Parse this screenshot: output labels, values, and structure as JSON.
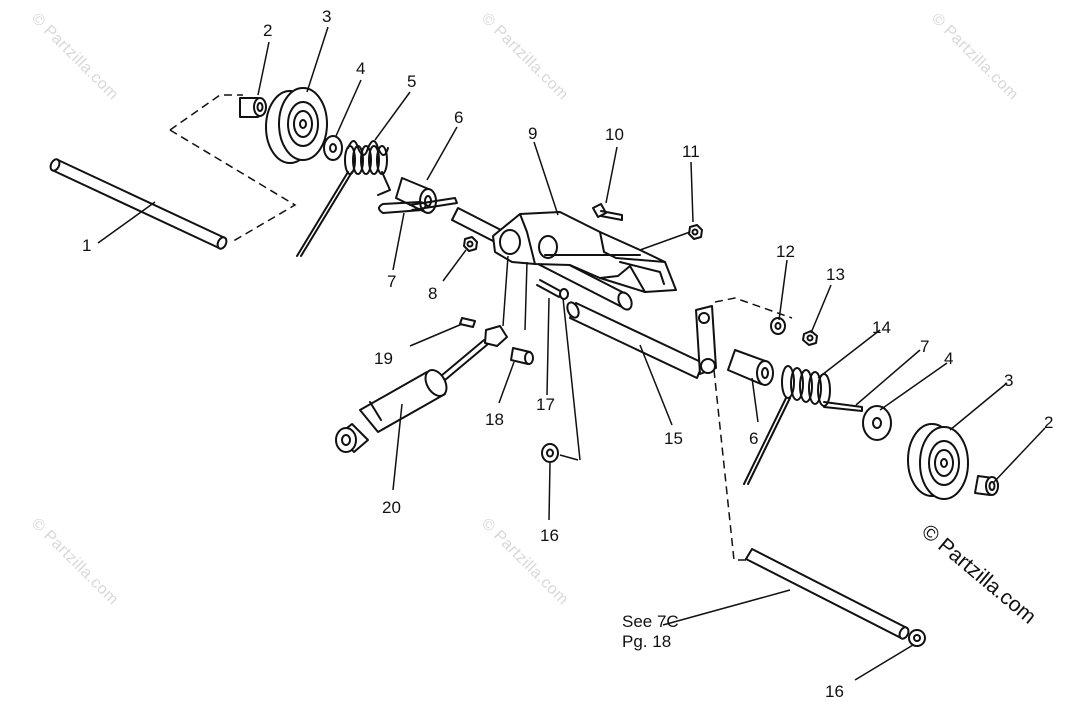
{
  "watermark": {
    "text": "© Partzilla.com",
    "main_text": "© Partzilla.com"
  },
  "callouts": {
    "c1": "1",
    "c2a": "2",
    "c2b": "2",
    "c3a": "3",
    "c3b": "3",
    "c4a": "4",
    "c4b": "4",
    "c5": "5",
    "c6a": "6",
    "c6b": "6",
    "c7a": "7",
    "c7b": "7",
    "c8": "8",
    "c9": "9",
    "c10": "10",
    "c11": "11",
    "c12": "12",
    "c13": "13",
    "c14": "14",
    "c15": "15",
    "c16a": "16",
    "c16b": "16",
    "c17": "17",
    "c18": "18",
    "c19": "19",
    "c20": "20"
  },
  "note": {
    "line1": "See 7C",
    "line2": "Pg. 18"
  }
}
